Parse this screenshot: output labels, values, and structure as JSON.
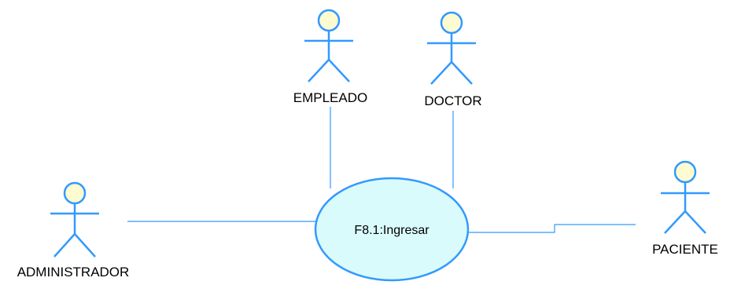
{
  "diagram": {
    "actors": [
      {
        "id": "empleado",
        "name": "EMPLEADO"
      },
      {
        "id": "doctor",
        "name": "DOCTOR"
      },
      {
        "id": "administrador",
        "name": "ADMINISTRADOR"
      },
      {
        "id": "paciente",
        "name": "PACIENTE"
      }
    ],
    "use_case": {
      "id": "ingresar",
      "name": "F8.1:Ingresar"
    },
    "associations": [
      {
        "from": "empleado",
        "to": "ingresar"
      },
      {
        "from": "doctor",
        "to": "ingresar"
      },
      {
        "from": "administrador",
        "to": "ingresar"
      },
      {
        "from": "paciente",
        "to": "ingresar"
      }
    ]
  },
  "colors": {
    "actor_stroke": "#3399ff",
    "actor_head_fill": "#fffbd0",
    "usecase_fill": "#d9fbfb",
    "usecase_stroke": "#3399ff",
    "line": "#3399ff"
  }
}
